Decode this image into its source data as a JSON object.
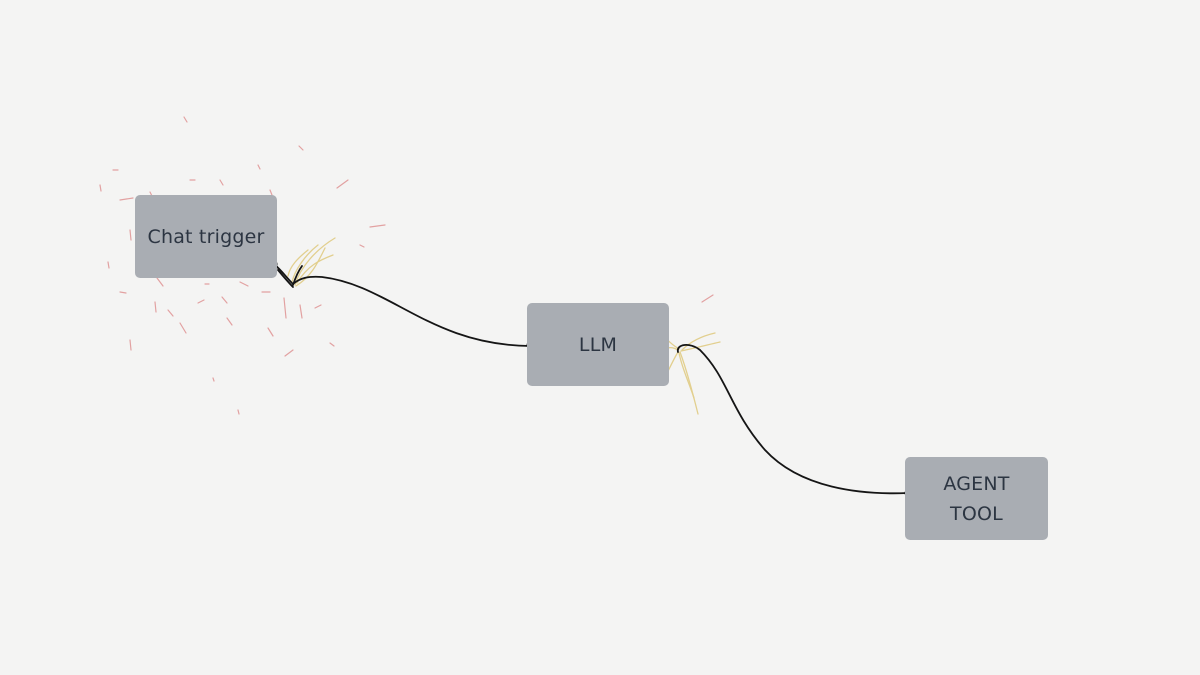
{
  "diagram": {
    "nodes": [
      {
        "id": "chat",
        "label": "Chat trigger"
      },
      {
        "id": "llm",
        "label": "LLM"
      },
      {
        "id": "agent",
        "label_lines": [
          "AGENT",
          "TOOL"
        ]
      }
    ],
    "connections": [
      {
        "from": "chat",
        "to": "llm"
      },
      {
        "from": "llm",
        "to": "agent"
      }
    ]
  },
  "colors": {
    "background": "#f4f4f3",
    "node_fill": "#a9adb3",
    "node_text": "#2c3542",
    "wire": "#151515",
    "spark_red": "#e2a1a1",
    "spark_gold": "#e2cf8e"
  }
}
